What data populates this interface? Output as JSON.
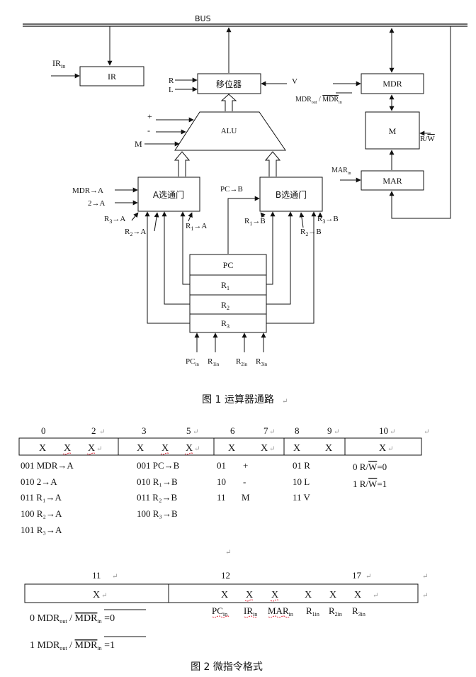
{
  "fig1": {
    "bus": "BUS",
    "ir_in": "IR",
    "ir_in_sub": "in",
    "ir": "IR",
    "r": "R",
    "l": "L",
    "shifter": "移位器",
    "v": "V",
    "mdr": "MDR",
    "mdr_ctrl_a": "MDR",
    "mdr_ctrl_a_sub": "out",
    "mdr_ctrl_sep": " / ",
    "mdr_ctrl_b": "MDR",
    "mdr_ctrl_b_sub": "in",
    "plus": "+",
    "minus": "-",
    "m_ctrl": "M",
    "alu": "ALU",
    "m": "M",
    "rw_r": "R/",
    "rw_w": "W",
    "mar_in": "MAR",
    "mar_in_sub": "in",
    "mar": "MAR",
    "mdr_to_a": "MDR→A",
    "two_to_a": "2→A",
    "a_gate": "A选通门",
    "pc_to_b": "PC→B",
    "b_gate": "B选通门",
    "r3_to_a": "R",
    "r3_to_a_sub": "3",
    "r3_to_a_tail": "→A",
    "r2_to_a": "R",
    "r2_to_a_sub": "2",
    "r2_to_a_tail": "→A",
    "r1_to_a": "R",
    "r1_to_a_sub": "1",
    "r1_to_a_tail": "→A",
    "r1_to_b": "R",
    "r1_to_b_sub": "1",
    "r1_to_b_tail": "→B",
    "r3_to_b": "R",
    "r3_to_b_sub": "3",
    "r3_to_b_tail": "→B",
    "r2_to_b": "R",
    "r2_to_b_sub": "2",
    "r2_to_b_tail": "→B",
    "pc": "PC",
    "reg1": "R",
    "reg1_sub": "1",
    "reg2": "R",
    "reg2_sub": "2",
    "reg3": "R",
    "reg3_sub": "3",
    "pc_in": "PC",
    "pc_in_sub": "in",
    "r1_in": "R",
    "r1_in_sub": "1in",
    "r2_in": "R",
    "r2_in_sub": "2in",
    "r3_in": "R",
    "r3_in_sub": "3in",
    "caption": "图 1 运算器通路"
  },
  "fig2": {
    "top_bits": [
      "0",
      "2",
      "3",
      "5",
      "6",
      "7",
      "8",
      "9",
      "10"
    ],
    "x": "X",
    "field1": [
      "001 MDR→A",
      "010 2→A",
      "011 R₁→A",
      "100 R₂→A",
      "101 R₃→A"
    ],
    "field2": [
      "001 PC→B",
      "010 R₁→B",
      "011 R₂→B",
      "100 R₃→B"
    ],
    "field3": [
      {
        "code": "01",
        "label": "+"
      },
      {
        "code": "10",
        "label": "-"
      },
      {
        "code": "11",
        "label": "M"
      }
    ],
    "field4": [
      "01 R",
      "10 L",
      "11 V"
    ],
    "field5_0": "0  R/",
    "field5_0_w": "W",
    "field5_0_tail": "=0",
    "field5_1": "1  R/",
    "field5_1_w": "W",
    "field5_1_tail": "=1",
    "bottom_bits": [
      "11",
      "12",
      "17"
    ],
    "field6_0_prefix": "0  MDR",
    "field6_0_sub": "out",
    "field6_0_sep": " / ",
    "field6_0_bar": "MDR",
    "field6_0_barsub": "in",
    "field6_0_tail": " =0",
    "field6_1_prefix": "1  MDR",
    "field6_1_sub": "out",
    "field6_1_sep": " / ",
    "field6_1_bar": "MDR",
    "field6_1_barsub": "in",
    "field6_1_tail": " =1",
    "signals": [
      {
        "name": "PC",
        "sub": "in"
      },
      {
        "name": "IR",
        "sub": "in"
      },
      {
        "name": "MAR",
        "sub": "in"
      },
      {
        "name": "R",
        "sub": "1in"
      },
      {
        "name": "R",
        "sub": "2in"
      },
      {
        "name": "R",
        "sub": "3in"
      }
    ],
    "caption": "图 2 微指令格式"
  }
}
